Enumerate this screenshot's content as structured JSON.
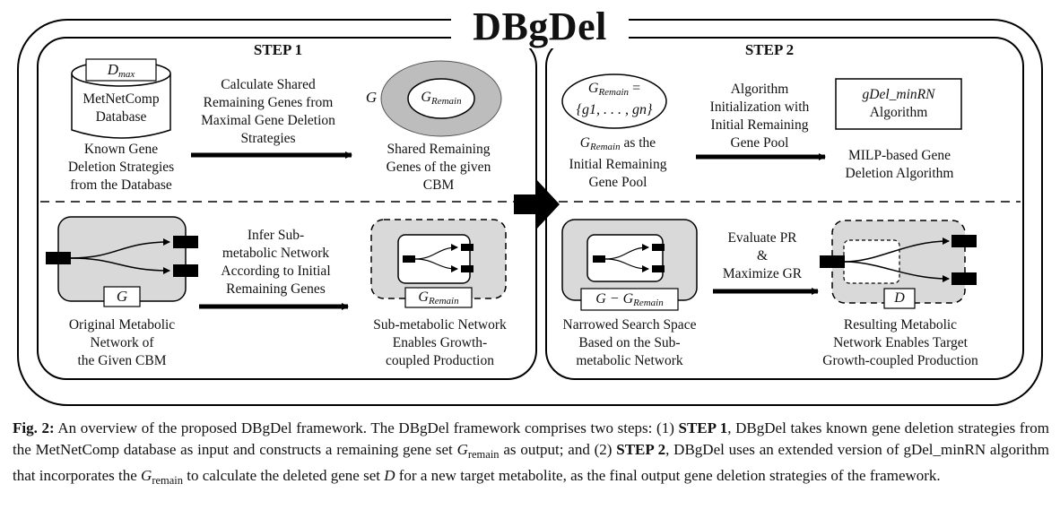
{
  "title": "DBgDel",
  "step1": {
    "heading": "STEP 1",
    "database": {
      "tag": "D",
      "tag_sub": "max",
      "name_line1": "MetNetComp",
      "name_line2": "Database"
    },
    "known_label": [
      "Known Gene",
      "Deletion Strategies",
      "from the Database"
    ],
    "calc_label": [
      "Calculate Shared",
      "Remaining Genes from",
      "Maximal Gene Deletion",
      "Strategies"
    ],
    "g_outer": "G",
    "g_remain": "G",
    "g_remain_sub": "Remain",
    "shared_label": [
      "Shared Remaining",
      "Genes of the given",
      "CBM"
    ],
    "network_tag": "G",
    "original_label": [
      "Original Metabolic",
      "Network of",
      "the Given CBM"
    ],
    "infer_label": [
      "Infer Sub-",
      "metabolic Network",
      "According to Initial",
      "Remaining Genes"
    ],
    "sub_tag": "G",
    "sub_tag_sub": "Remain",
    "sub_label": [
      "Sub-metabolic Network",
      "Enables Growth-",
      "coupled Production"
    ]
  },
  "step2": {
    "heading": "STEP 2",
    "pool_line1_var": "G",
    "pool_line1_sub": "Remain",
    "pool_line1_rest": " =",
    "pool_line2": "{g1, . . . , gn}",
    "pool_label_var": "G",
    "pool_label_sub": "Remain",
    "pool_label": [
      " as the",
      "Initial Remaining",
      "Gene Pool"
    ],
    "init_label": [
      "Algorithm",
      "Initialization with",
      "Initial Remaining",
      "Gene Pool"
    ],
    "algo_name": "gDel_minRN",
    "algo_word": "Algorithm",
    "milp_label": [
      "MILP-based Gene",
      "Deletion Algorithm"
    ],
    "narrow_tag": "G − G",
    "narrow_tag_sub": "Remain",
    "narrow_label": [
      "Narrowed Search Space",
      "Based on the Sub-",
      "metabolic Network"
    ],
    "eval_label": [
      "Evaluate PR",
      "&",
      "Maximize GR"
    ],
    "result_tag": "D",
    "result_label": [
      "Resulting Metabolic",
      "Network Enables Target",
      "Growth-coupled Production"
    ]
  },
  "caption": {
    "fig": "Fig. 2:",
    "t1": " An overview of the proposed DBgDel framework. The DBgDel framework comprises two steps: (1) ",
    "step1": "STEP 1",
    "t2": ", DBgDel takes known gene deletion strategies from the MetNetComp database as input and constructs a remaining gene set ",
    "var": "G",
    "var_sub": "remain",
    "t3": " as output; and (2) ",
    "step2": "STEP 2",
    "t4": ", DBgDel uses an extended version of gDel_minRN algorithm that incorporates the ",
    "t5": " to calculate the deleted gene set ",
    "d": "D",
    "t6": " for a new target metabolite, as the final output gene deletion strategies of the framework."
  }
}
